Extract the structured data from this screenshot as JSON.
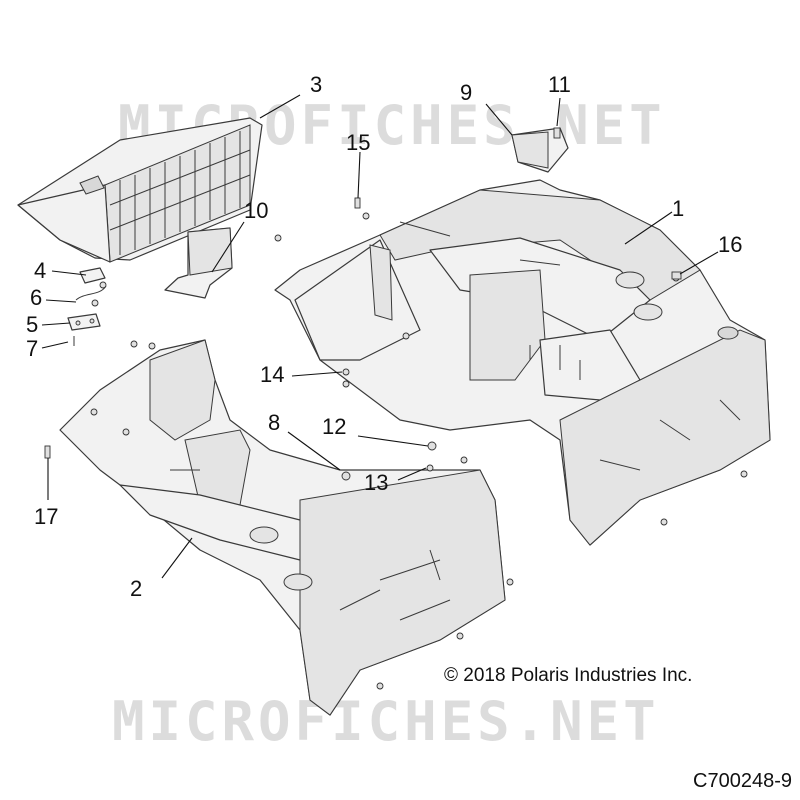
{
  "watermark": {
    "text": "MICROFICHES.NET"
  },
  "callouts": {
    "c1": "1",
    "c2": "2",
    "c3": "3",
    "c4": "4",
    "c5": "5",
    "c6": "6",
    "c7": "7",
    "c8": "8",
    "c9": "9",
    "c10": "10",
    "c11": "11",
    "c12": "12",
    "c13": "13",
    "c14": "14",
    "c15": "15",
    "c16": "16",
    "c17": "17"
  },
  "copyright": "© 2018 Polaris Industries Inc.",
  "figure_code": "C700248-9",
  "colors": {
    "part_fill": "#f2f2f2",
    "part_stroke": "#3a3a3a",
    "leader": "#111111",
    "watermark": "#d6d6d6"
  }
}
